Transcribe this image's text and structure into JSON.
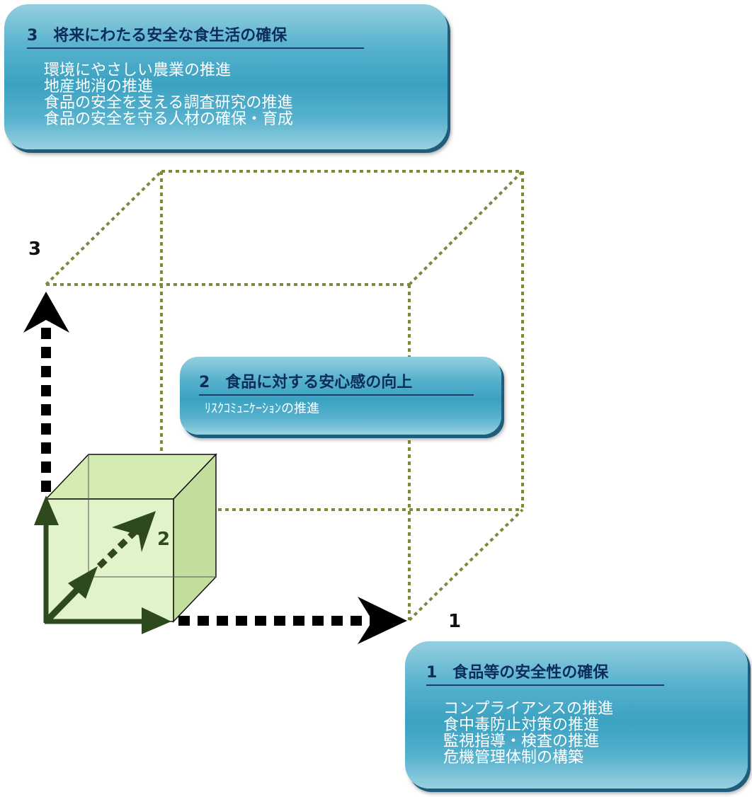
{
  "boxes": {
    "box3": {
      "title": "3　将来にわたる安全な食生活の確保",
      "items": [
        "環境にやさしい農業の推進",
        "地産地消の推進",
        "食品の安全を支える調査研究の推進",
        "食品の安全を守る人材の確保・育成"
      ]
    },
    "box2": {
      "title": "2　食品に対する安心感の向上",
      "items": [
        "ﾘｽｸｺﾐｭﾆｹｰｼｮﾝの推進"
      ]
    },
    "box1": {
      "title": "1　食品等の安全性の確保",
      "items": [
        "コンプライアンスの推進",
        "食中毒防止対策の推進",
        "監視指導・検査の推進",
        "危機管理体制の構築"
      ]
    }
  },
  "axes": {
    "x_label": "1",
    "y_label": "3",
    "z_label": "2"
  },
  "colors": {
    "box_fill": "#3aa2c1",
    "box_title": "#0b2d57",
    "dotted_cube": "#7a8c3c",
    "small_cube_front": "#e1f3c9",
    "small_cube_side": "#c1de9c",
    "arrow": "#000000",
    "inner_arrow": "#2e4a1c"
  }
}
